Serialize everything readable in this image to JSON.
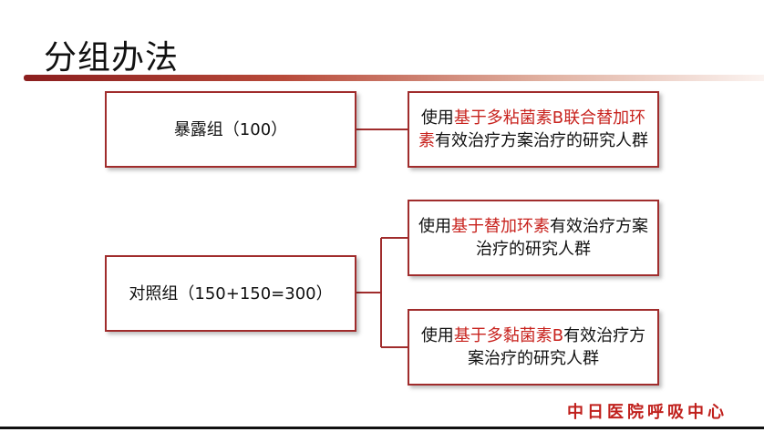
{
  "title": "分组办法",
  "exposure": {
    "label": "暴露组（100）",
    "result": {
      "pre": "使用",
      "highlight": "基于多粘菌素B联合替加环素",
      "post": "有效治疗方案治疗的研究人群"
    }
  },
  "control": {
    "label": "对照组（150+150=300）",
    "result1": {
      "pre": "使用",
      "highlight": "基于替加环素",
      "post": "有效治疗方案治疗的研究人群"
    },
    "result2": {
      "pre": "使用",
      "highlight": "基于多黏菌素B",
      "post": "有效治疗方案治疗的研究人群"
    }
  },
  "footer": "中日医院呼吸中心",
  "colors": {
    "accent": "#c8231e",
    "border": "#a02c2c"
  }
}
